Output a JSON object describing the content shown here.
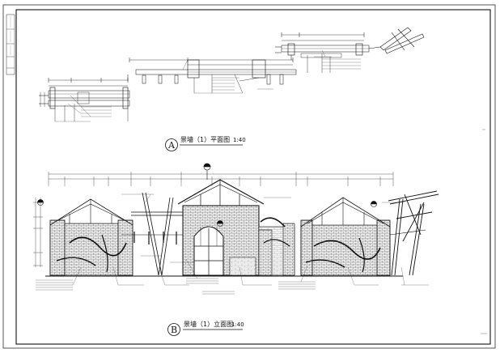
{
  "plan_view": {
    "marker": "A",
    "caption": "景墙（1）平面图",
    "scale": "1:40"
  },
  "elevation_view": {
    "marker": "B",
    "caption": "景墙（1）立面图",
    "scale": "1:40"
  }
}
